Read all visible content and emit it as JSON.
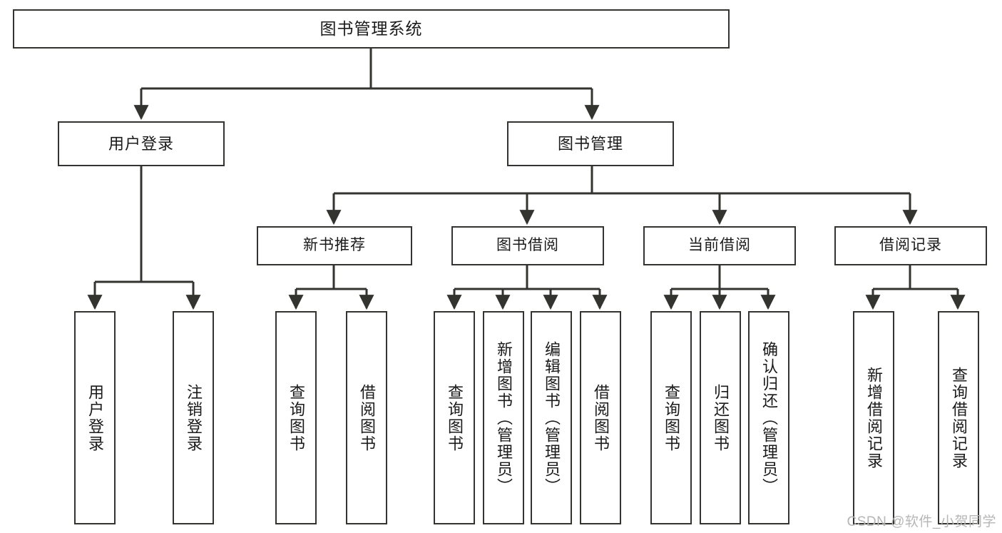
{
  "diagram": {
    "type": "tree",
    "title": "图书管理系统",
    "orientation": "top-down",
    "colors": {
      "box_border": "#33332f",
      "box_fill": "#ffffff",
      "edge": "#33332f",
      "text": "#1a1a1a",
      "watermark": "#b6b6b6",
      "background": "#ffffff"
    },
    "nodes": {
      "root": {
        "label": "图书管理系统"
      },
      "user_login": {
        "label": "用户登录"
      },
      "book_manage": {
        "label": "图书管理"
      },
      "new_book_rec": {
        "label": "新书推荐"
      },
      "book_borrow": {
        "label": "图书借阅"
      },
      "current_borrow": {
        "label": "当前借阅"
      },
      "borrow_record": {
        "label": "借阅记录"
      },
      "leaf_user_login": {
        "label": "用户登录"
      },
      "leaf_logout": {
        "label": "注销登录"
      },
      "leaf_query_book_1": {
        "label": "查询图书"
      },
      "leaf_borrow_book_1": {
        "label": "借阅图书"
      },
      "leaf_query_book_2": {
        "label": "查询图书"
      },
      "leaf_add_book": {
        "label": "新增图书（管理员）"
      },
      "leaf_edit_book": {
        "label": "编辑图书（管理员）"
      },
      "leaf_borrow_book_2": {
        "label": "借阅图书"
      },
      "leaf_query_book_3": {
        "label": "查询图书"
      },
      "leaf_return_book": {
        "label": "归还图书"
      },
      "leaf_confirm_return": {
        "label": "确认归还（管理员）"
      },
      "leaf_add_record": {
        "label": "新增借阅记录"
      },
      "leaf_query_record": {
        "label": "查询借阅记录"
      }
    },
    "edges": [
      {
        "from": "root",
        "to": "user_login"
      },
      {
        "from": "root",
        "to": "book_manage"
      },
      {
        "from": "book_manage",
        "to": "new_book_rec"
      },
      {
        "from": "book_manage",
        "to": "book_borrow"
      },
      {
        "from": "book_manage",
        "to": "current_borrow"
      },
      {
        "from": "book_manage",
        "to": "borrow_record"
      },
      {
        "from": "user_login",
        "to": "leaf_user_login"
      },
      {
        "from": "user_login",
        "to": "leaf_logout"
      },
      {
        "from": "new_book_rec",
        "to": "leaf_query_book_1"
      },
      {
        "from": "new_book_rec",
        "to": "leaf_borrow_book_1"
      },
      {
        "from": "book_borrow",
        "to": "leaf_query_book_2"
      },
      {
        "from": "book_borrow",
        "to": "leaf_add_book"
      },
      {
        "from": "book_borrow",
        "to": "leaf_edit_book"
      },
      {
        "from": "book_borrow",
        "to": "leaf_borrow_book_2"
      },
      {
        "from": "current_borrow",
        "to": "leaf_query_book_3"
      },
      {
        "from": "current_borrow",
        "to": "leaf_return_book"
      },
      {
        "from": "current_borrow",
        "to": "leaf_confirm_return"
      },
      {
        "from": "borrow_record",
        "to": "leaf_add_record"
      },
      {
        "from": "borrow_record",
        "to": "leaf_query_record"
      }
    ]
  },
  "watermark": {
    "text": "CSDN @软件_小贺同学"
  }
}
